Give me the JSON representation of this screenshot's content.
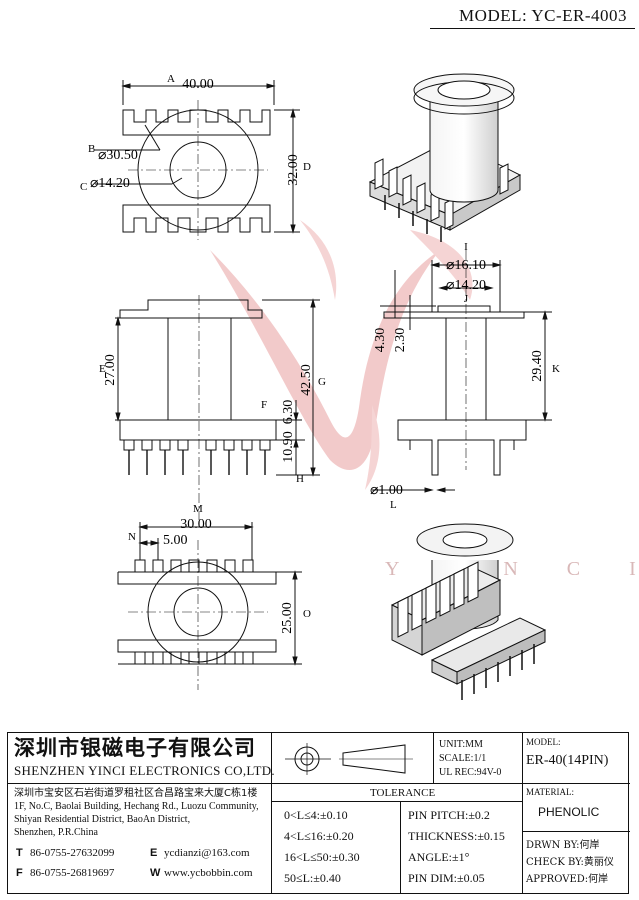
{
  "header": {
    "model_title": "MODEL: YC-ER-4003"
  },
  "drawing": {
    "views": {
      "top": {
        "dim_width": "40.00",
        "label_width": "A",
        "dim_outer_dia": "⌀30.50",
        "label_outer_dia": "B",
        "dim_inner_dia": "⌀14.20",
        "label_inner_dia": "C",
        "dim_depth": "32.00",
        "label_depth": "D"
      },
      "front": {
        "dim_body_height": "27.00",
        "label_body_height": "E",
        "dim_flange": "6.30",
        "label_flange": "F",
        "dim_total_height": "42.50",
        "label_total_height": "G",
        "dim_pin_height": "10.90",
        "label_pin_height": "H"
      },
      "side": {
        "label_top_outer": "I",
        "dim_top_outer": "⌀16.10",
        "label_top_inner": "J",
        "dim_top_inner": "⌀14.20",
        "dim_step1": "4.30",
        "dim_step2": "2.30",
        "dim_height": "29.40",
        "label_height": "K",
        "dim_pin_dia": "⌀1.00",
        "label_pin_dia": "L"
      },
      "bottom": {
        "label_span": "M",
        "dim_span": "30.00",
        "label_pitch": "N",
        "dim_pitch": "5.00",
        "dim_depth": "25.00",
        "label_depth": "O"
      }
    },
    "watermark_text": "Y I N C I",
    "watermark_color": "#e8a7a7"
  },
  "title_block": {
    "company_cn": "深圳市银磁电子有限公司",
    "company_en": "SHENZHEN YINCI ELECTRONICS CO,LTD.",
    "address_cn": "深圳市宝安区石岩街道罗租社区合昌路宝来大厦C栋1楼",
    "address_en_1": "1F, No.C, Baolai Building, Hechang Rd., Luozu Community,",
    "address_en_2": "Shiyan Residential District, BaoAn District,",
    "address_en_3": "Shenzhen, P.R.China",
    "tel_label": "T",
    "tel": "86-0755-27632099",
    "email_label": "E",
    "email": "ycdianzi@163.com",
    "fax_label": "F",
    "fax": "86-0755-26819697",
    "web_label": "W",
    "web": "www.ycbobbin.com",
    "unit": "UNIT:MM",
    "scale": "SCALE:1/1",
    "ul": "UL REC:94V-0",
    "model_label": "MODEL:",
    "model_value": "ER-40(14PIN)",
    "material_label": "MATERIAL:",
    "material_value": "PHENOLIC",
    "tolerance_title": "TOLERANCE",
    "tolerances": [
      "0<L≤4:±0.10",
      "4<L≤16:±0.20",
      "16<L≤50:±0.30",
      "50≤L:±0.40"
    ],
    "specs": [
      "PIN PITCH:±0.2",
      "THICKNESS:±0.15",
      "ANGLE:±1°",
      "PIN DIM:±0.05"
    ],
    "drawn_by": "DRWN BY:何岸",
    "check_by": "CHECK BY:黄丽仪",
    "approved": "APPROVED:何岸"
  }
}
